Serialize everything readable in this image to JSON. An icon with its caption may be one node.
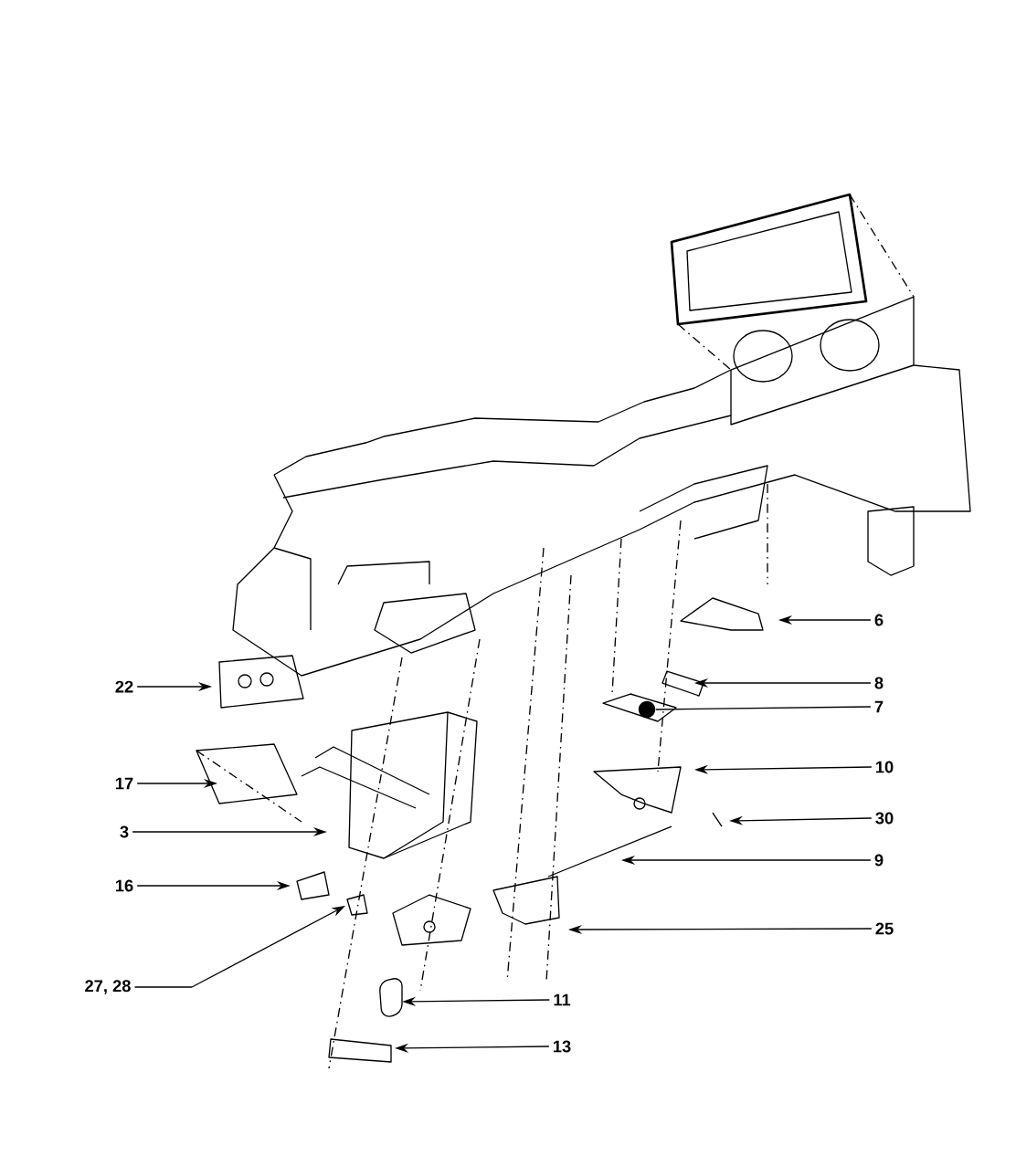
{
  "diagram": {
    "nodes": [
      {
        "text": [
          "6"
        ]
      },
      {
        "text": [
          "22"
        ]
      },
      {
        "text": [
          "8"
        ]
      },
      {
        "text": [
          "7"
        ]
      },
      {
        "text": [
          "10"
        ]
      },
      {
        "text": [
          "17"
        ]
      },
      {
        "text": [
          "30"
        ]
      },
      {
        "text": [
          "3"
        ]
      },
      {
        "text": [
          "9"
        ]
      },
      {
        "text": [
          "16"
        ]
      },
      {
        "text": [
          "25"
        ]
      },
      {
        "text": [
          "27, 28"
        ]
      },
      {
        "text": [
          "11"
        ]
      },
      {
        "text": [
          "13"
        ]
      },
      {
        "text": [],
        "shape": "circle"
      }
    ],
    "edges": [
      {
        "from": 0,
        "to": null,
        "arrow": "to"
      },
      {
        "from": 1,
        "to": null,
        "arrow": "to"
      },
      {
        "from": 2,
        "to": null,
        "arrow": "to"
      },
      {
        "from": 3,
        "to": 14,
        "arrow": "none"
      },
      {
        "from": 4,
        "to": null,
        "arrow": "to"
      },
      {
        "from": 5,
        "to": null,
        "arrow": "to"
      },
      {
        "from": 6,
        "to": null,
        "arrow": "to"
      },
      {
        "from": 7,
        "to": null,
        "arrow": "to"
      },
      {
        "from": 8,
        "to": null,
        "arrow": "to"
      },
      {
        "from": 9,
        "to": null,
        "arrow": "to"
      },
      {
        "from": 10,
        "to": null,
        "arrow": "to"
      },
      {
        "from": 11,
        "to": null,
        "arrow": "to"
      },
      {
        "from": 12,
        "to": null,
        "arrow": "to"
      },
      {
        "from": 13,
        "to": null,
        "arrow": "to"
      }
    ]
  }
}
